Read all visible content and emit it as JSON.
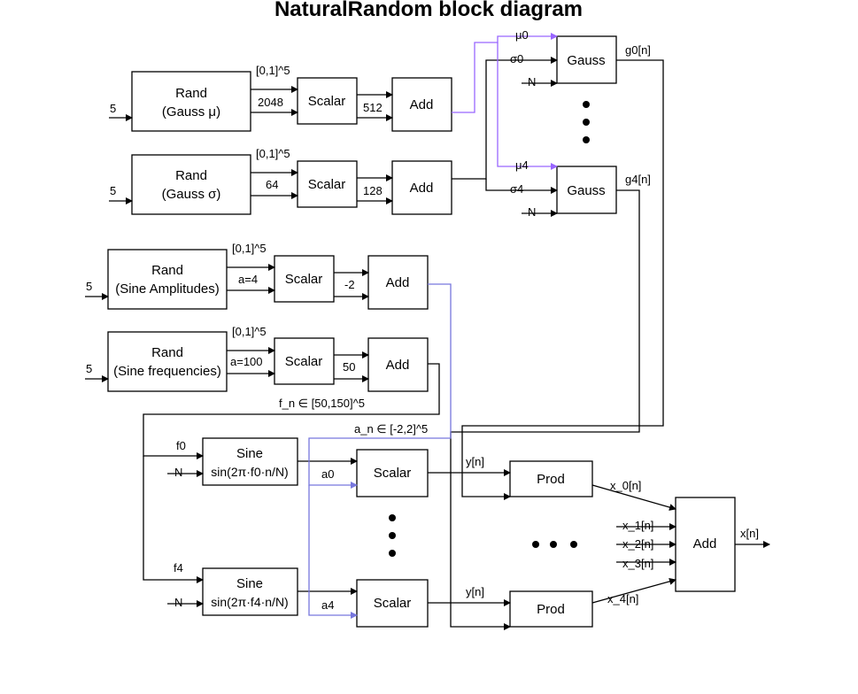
{
  "title": "NaturalRandom block diagram",
  "colors": {
    "purple": "#9966ff",
    "blue": "#7777dd",
    "line": "#000000"
  },
  "blocks": {
    "rand_mu": {
      "line1": "Rand",
      "line2": "(Gauss μ)"
    },
    "rand_sigma": {
      "line1": "Rand",
      "line2": "(Gauss σ)"
    },
    "rand_amp": {
      "line1": "Rand",
      "line2": "(Sine Amplitudes)"
    },
    "rand_freq": {
      "line1": "Rand",
      "line2": "(Sine frequencies)"
    },
    "scalar1": "Scalar",
    "scalar2": "Scalar",
    "scalar3": "Scalar",
    "scalar4": "Scalar",
    "add1": "Add",
    "add2": "Add",
    "add3": "Add",
    "add4": "Add",
    "gauss0": "Gauss",
    "gauss4": "Gauss",
    "sine0": {
      "line1": "Sine",
      "line2": "sin(2π·f0·n/N)"
    },
    "sine4": {
      "line1": "Sine",
      "line2": "sin(2π·f4·n/N)"
    },
    "scalar_a0": "Scalar",
    "scalar_a4": "Scalar",
    "prod0": "Prod",
    "prod4": "Prod",
    "add_final": "Add"
  },
  "labels": {
    "in5_1": "5",
    "in5_2": "5",
    "in5_3": "5",
    "in5_4": "5",
    "range1": "[0,1]^5",
    "range2": "[0,1]^5",
    "range3": "[0,1]^5",
    "range4": "[0,1]^5",
    "k2048": "2048",
    "k64": "64",
    "a4": "a=4",
    "a100": "a=100",
    "c512": "512",
    "c128": "128",
    "cm2": "-2",
    "c50": "50",
    "mu0": "μ0",
    "sigma0": "σ0",
    "N1": "N",
    "mu4": "μ4",
    "sigma4": "σ4",
    "N2": "N",
    "g0": "g0[n]",
    "g4": "g4[n]",
    "fn": "f_n ∈ [50,150]^5",
    "an": "a_n ∈ [-2,2]^5",
    "f0": "f0",
    "f4": "f4",
    "N3": "N",
    "N4": "N",
    "a0s": "a0",
    "a4s": "a4",
    "y1": "y[n]",
    "y2": "y[n]",
    "x0": "x_0[n]",
    "x1": "x_1[n]",
    "x2": "x_2[n]",
    "x3": "x_3[n]",
    "x4": "x_4[n]",
    "xout": "x[n]"
  }
}
